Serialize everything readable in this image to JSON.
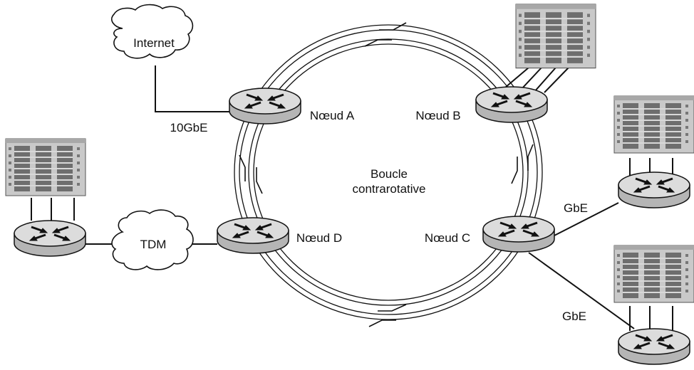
{
  "labels": {
    "internet": "Internet",
    "tdm": "TDM",
    "link_10gbe": "10GbE",
    "gbe_1": "GbE",
    "gbe_2": "GbE",
    "ring_line1": "Boucle",
    "ring_line2": "contrarotative"
  },
  "nodes": [
    {
      "id": "a",
      "label": "Nœud A"
    },
    {
      "id": "b",
      "label": "Nœud B"
    },
    {
      "id": "c",
      "label": "Nœud C"
    },
    {
      "id": "d",
      "label": "Nœud D"
    }
  ],
  "colors": {
    "line": "#111111",
    "ring_fill": "#ffffff",
    "router_top": "#d9d9d9",
    "router_side": "#b5b5b5",
    "building": "#c9c9c9",
    "building_dark": "#6e6e6e"
  }
}
